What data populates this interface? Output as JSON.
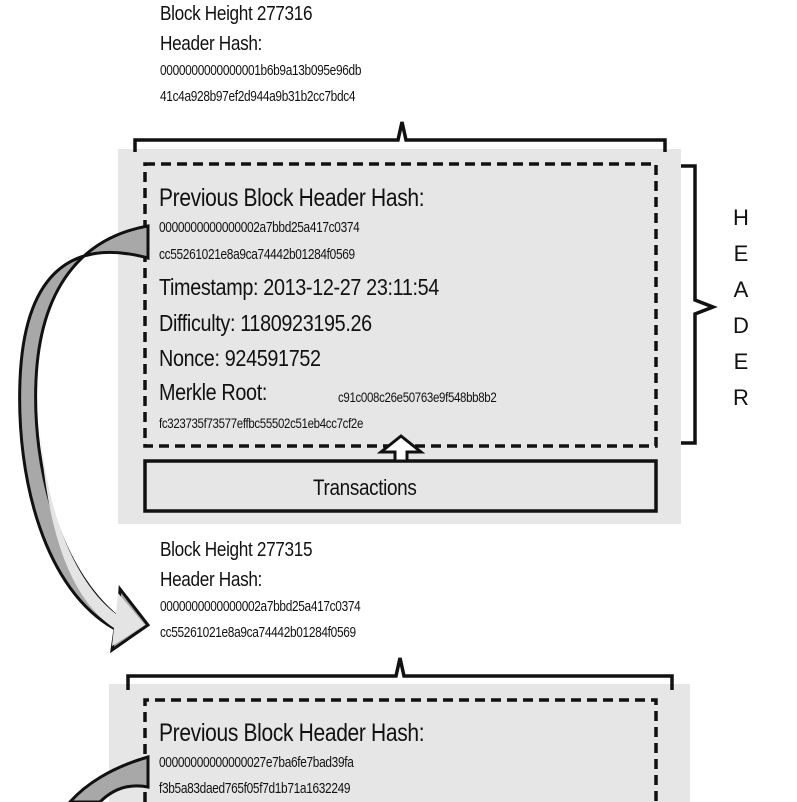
{
  "block1": {
    "height_label": "Block Height 277316",
    "header_hash_label": "Header Hash:",
    "header_hash_line1": "0000000000000001b6b9a13b095e96db",
    "header_hash_line2": "41c4a928b97ef2d944a9b31b2cc7bdc4",
    "prev_hash_label": "Previous Block Header Hash:",
    "prev_hash_line1": "0000000000000002a7bbd25a417c0374",
    "prev_hash_line2": "cc55261021e8a9ca74442b01284f0569",
    "timestamp": "Timestamp: 2013-12-27 23:11:54",
    "difficulty": "Difficulty: 1180923195.26",
    "nonce": "Nonce: 924591752",
    "merkle_label": "Merkle Root:",
    "merkle_line1": "c91c008c26e50763e9f548bb8b2",
    "merkle_line2": "fc323735f73577effbc55502c51eb4cc7cf2e",
    "transactions_label": "Transactions"
  },
  "header_side_label": "HEADER",
  "block2": {
    "height_label": "Block Height 277315",
    "header_hash_label": "Header Hash:",
    "header_hash_line1": "0000000000000002a7bbd25a417c0374",
    "header_hash_line2": "cc55261021e8a9ca74442b01284f0569",
    "prev_hash_label": "Previous Block Header Hash:",
    "prev_hash_line1": "00000000000000027e7ba6fe7bad39fa",
    "prev_hash_line2": "f3b5a83daed765f05f7d1b71a1632249"
  },
  "colors": {
    "block_fill": "#e6e6e6",
    "arrow_fill": "#a8a8a8",
    "arrow_light_fill": "#dcdcdc",
    "stroke": "#111111"
  }
}
